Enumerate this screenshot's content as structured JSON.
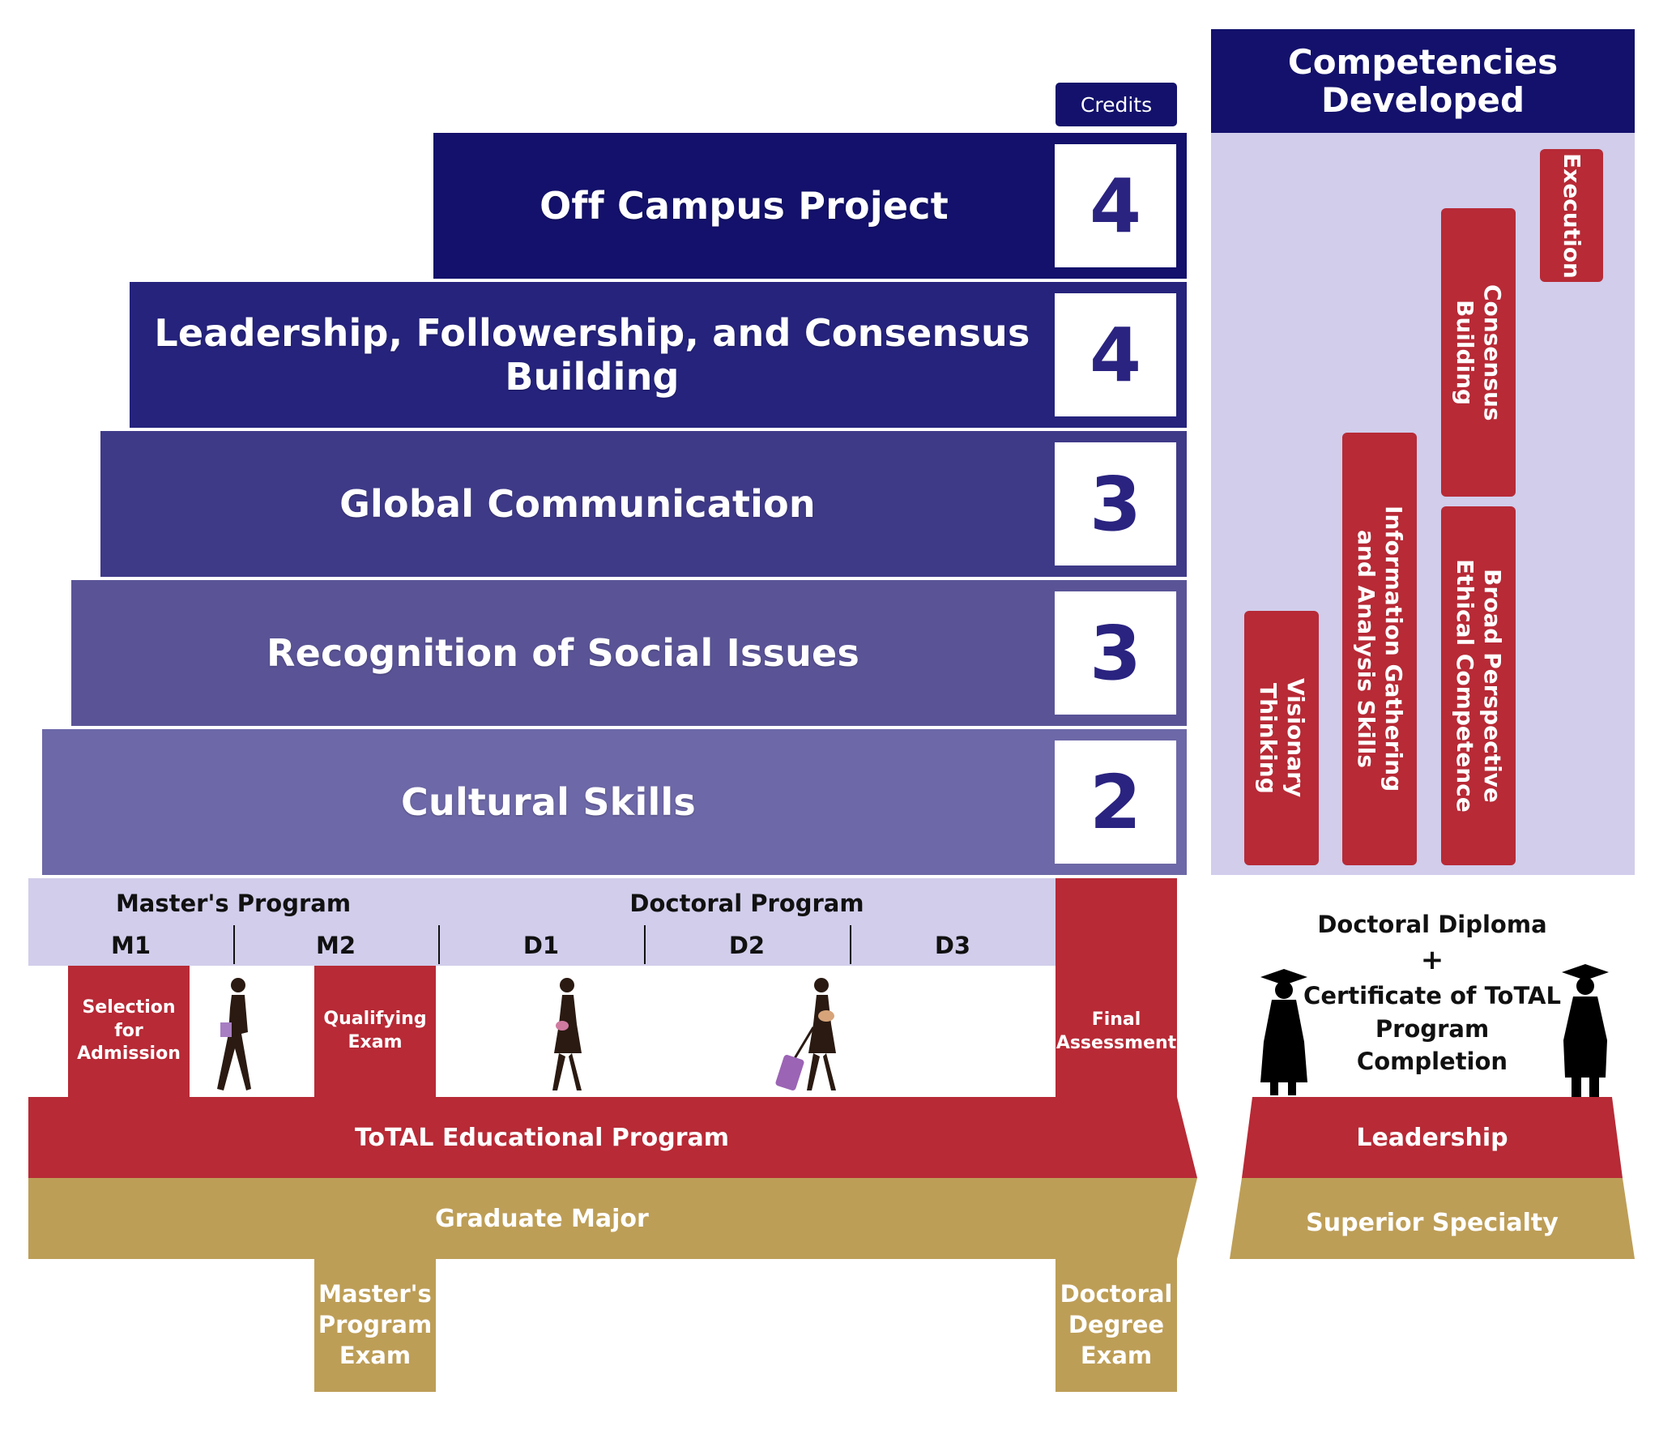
{
  "credits_header": "Credits",
  "courses": [
    {
      "name": "Off Campus Project",
      "credits": "4"
    },
    {
      "name": "Leadership, Followership, and Consensus Building",
      "credits": "4"
    },
    {
      "name": "Global Communication",
      "credits": "3"
    },
    {
      "name": "Recognition of Social Issues",
      "credits": "3"
    },
    {
      "name": "Cultural Skills",
      "credits": "2"
    }
  ],
  "competencies": {
    "title_line1": "Competencies",
    "title_line2": "Developed",
    "items": {
      "execution": "Execution",
      "consensus_line1": "Consensus",
      "consensus_line2": "Building",
      "info_line1": "Information Gathering",
      "info_line2": "and Analysis Skills",
      "broad_line1": "Broad Perspective",
      "broad_line2": "Ethical Competence",
      "visionary_line1": "Visionary",
      "visionary_line2": "Thinking"
    }
  },
  "timeline": {
    "masters_program": "Master's Program",
    "doctoral_program": "Doctoral Program",
    "years": [
      "M1",
      "M2",
      "D1",
      "D2",
      "D3"
    ]
  },
  "milestones": {
    "selection_line1": "Selection for",
    "selection_line2": "Admission",
    "qualifying_line1": "Qualifying",
    "qualifying_line2": "Exam",
    "final_line1": "Final",
    "final_line2": "Assessment"
  },
  "bands": {
    "total_program": "ToTAL Educational Program",
    "graduate_major": "Graduate Major",
    "leadership": "Leadership",
    "superior_specialty": "Superior Specialty"
  },
  "exams": {
    "masters_line1": "Master's",
    "masters_line2": "Program",
    "masters_line3": "Exam",
    "doctoral_line1": "Doctoral",
    "doctoral_line2": "Degree",
    "doctoral_line3": "Exam"
  },
  "diploma": {
    "line1": "Doctoral Diploma",
    "plus": "+",
    "line2": "Certificate of ToTAL",
    "line3": "Program Completion"
  },
  "colors": {
    "navy_1": "#13116b",
    "navy_2": "#25237c",
    "navy_3": "#3f3a88",
    "navy_4": "#5a5497",
    "navy_5": "#6d68a7",
    "red": "#b72a36",
    "gold": "#bd9e57",
    "lavender": "#d1cdeb"
  }
}
